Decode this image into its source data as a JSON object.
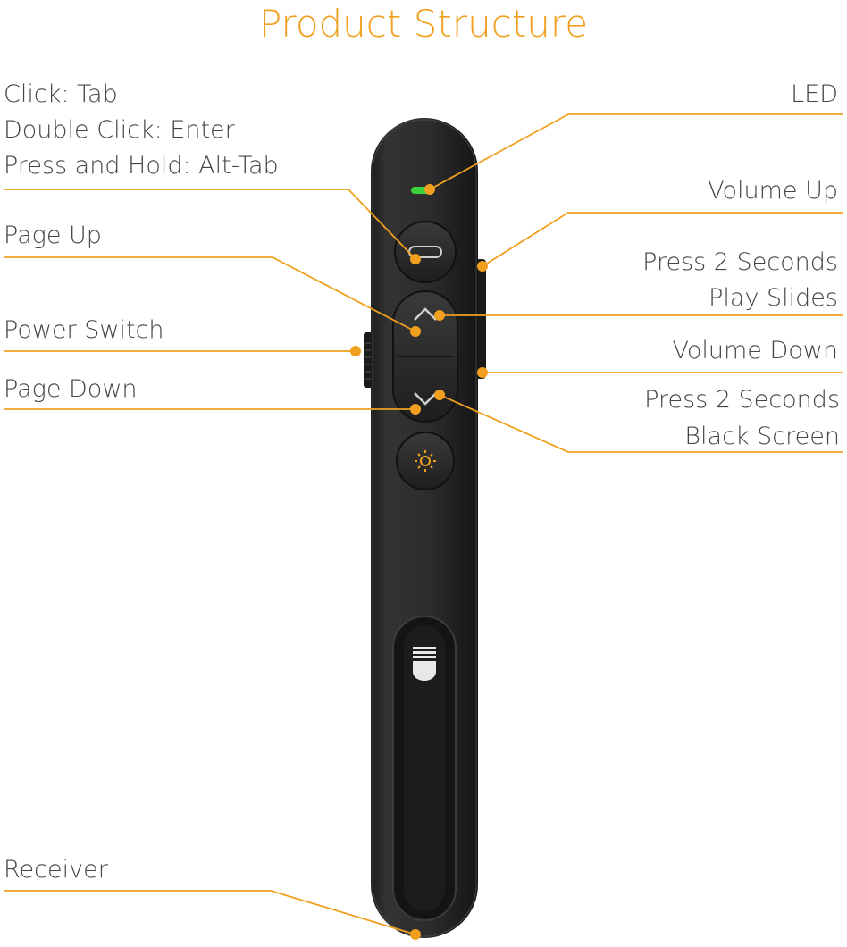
{
  "title": "Product Structure",
  "colors": {
    "accent": "#f0a01e",
    "led": "#3dd23d",
    "device": "#2a2a2a",
    "text": "#444444"
  },
  "labels_left": {
    "click_line1": "Click: Tab",
    "click_line2": "Double Click: Enter",
    "click_line3": "Press and Hold: Alt-Tab",
    "page_up": "Page Up",
    "power_switch": "Power Switch",
    "page_down": "Page Down",
    "receiver": "Receiver"
  },
  "labels_right": {
    "led": "LED",
    "volume_up": "Volume Up",
    "play_line1": "Press 2 Seconds",
    "play_line2": "Play Slides",
    "volume_down": "Volume Down",
    "black_line1": "Press 2 Seconds",
    "black_line2": "Black Screen"
  },
  "icons": [
    "tab-button-icon",
    "chevron-up-icon",
    "chevron-down-icon",
    "sun-icon",
    "laser-icon"
  ]
}
